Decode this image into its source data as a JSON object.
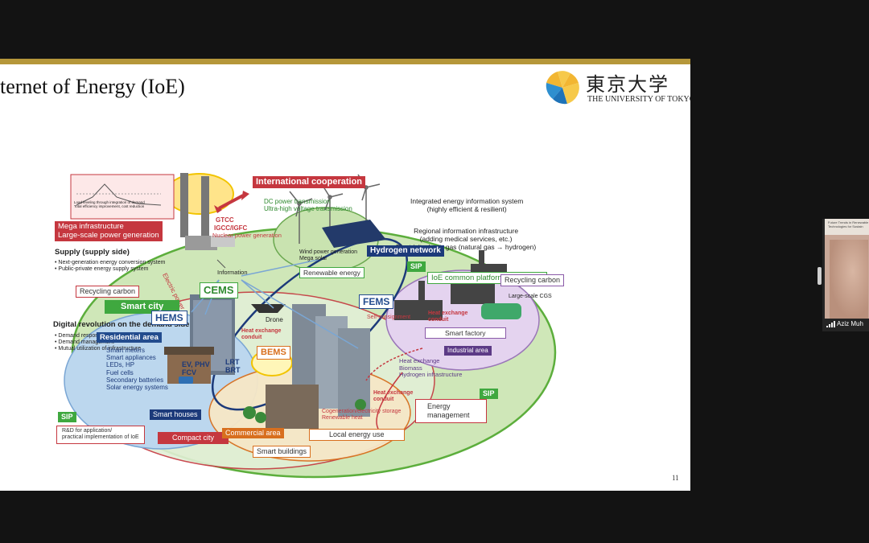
{
  "slide": {
    "title": "ternet of Energy (IoE)",
    "logo_jp": "東京大学",
    "logo_en": "THE UNIVERSITY OF TOKYO",
    "page_number": "11"
  },
  "diagram": {
    "load_chart_caption_1": "Load leveling through integration of demand",
    "load_chart_caption_2": "Total efficiency improvement, cost reduction",
    "international_cooperation": "International cooperation",
    "dc_transmission": "DC power transmission",
    "uhv_transmission": "Ultra-high voltage transmission",
    "integrated_system_1": "Integrated energy information system",
    "integrated_system_2": "(highly efficient & resilient)",
    "regional_info_1": "Regional information infrastructure",
    "regional_info_2": "(adding medical services, etc.)",
    "regional_info_3": "Electricity, heat, gas (natural gas → hydrogen)",
    "gtcc": "GTCC",
    "igcc": "IGCC/IGFC",
    "nuclear": "Nuclear power generation",
    "mega_infra_1": "Mega infrastructure",
    "mega_infra_2": "Large-scale power generation",
    "supply_side": "Supply (supply side)",
    "supply_bullet_1": "• Next-generation energy conversion system",
    "supply_bullet_2": "• Public-private energy supply system",
    "recycling_carbon_left": "Recycling carbon",
    "electric_power": "Electric power",
    "information": "Information",
    "cems": "CEMS",
    "smart_city": "Smart city",
    "sip_top": "SIP",
    "ioe_platform": "IoE common platform technology",
    "wind_power": "Wind power generation",
    "mega_solar": "Mega solar",
    "renewable_energy": "Renewable energy",
    "hydrogen_network": "Hydrogen network",
    "recycling_carbon_right": "Recycling carbon",
    "large_scale_cgs": "Large-scale CGS",
    "digital_revolution": "Digital revolution on the demand side",
    "demand_bullet_1": "• Demand response",
    "demand_bullet_2": "• Demand management",
    "demand_bullet_3": "• Mutual utilization of infrastructure",
    "hems": "HEMS",
    "drone": "Drone",
    "fems": "FEMS",
    "self_consignment": "Self-consignment",
    "heat_exchange_conduit_right": "Heat exchange conduit",
    "smart_factory": "Smart factory",
    "industrial_area": "Industrial area",
    "residential_area": "Residential area",
    "res_item_1": "Smart meters",
    "res_item_2": "Smart appliances",
    "res_item_3": "LEDs, HP",
    "res_item_4": "Fuel cells",
    "res_item_5": "Secondary batteries",
    "res_item_6": "Solar energy systems",
    "heat_exchange_conduit_mid": "Heat exchange conduit",
    "bems": "BEMS",
    "ev_phv": "EV, PHV",
    "fcv": "FCV",
    "lrt": "LRT",
    "brt": "BRT",
    "heat_exchange_list_1": "Heat exchange",
    "heat_exchange_list_2": "Biomass",
    "heat_exchange_list_3": "Hydrogen infrastructure",
    "heat_exchange_conduit_bottom": "Heat exchange conduit",
    "energy_management_1": "Energy",
    "energy_management_2": "management",
    "sip_right": "SIP",
    "cogeneration": "Cogeneration/electricity storage",
    "renewable_heat": "Renewable heat",
    "smart_houses": "Smart houses",
    "sip_left": "SIP",
    "rd_1": "R&D for application/",
    "rd_2": "practical implementation of IoE",
    "compact_city": "Compact city",
    "commercial_area": "Commercial area",
    "local_energy_use": "Local energy use",
    "smart_buildings": "Smart buildings"
  },
  "participant": {
    "caption_1": "Future Trends in Renewable",
    "caption_2": "Technologies for Sustain",
    "name": "Aziz Muh"
  },
  "colors": {
    "gold_bar": "#b5973a",
    "red": "#c5373f",
    "green": "#3fa83f",
    "navy": "#1c3a7a",
    "orange": "#d86f1e",
    "purple": "#5c3a86"
  }
}
